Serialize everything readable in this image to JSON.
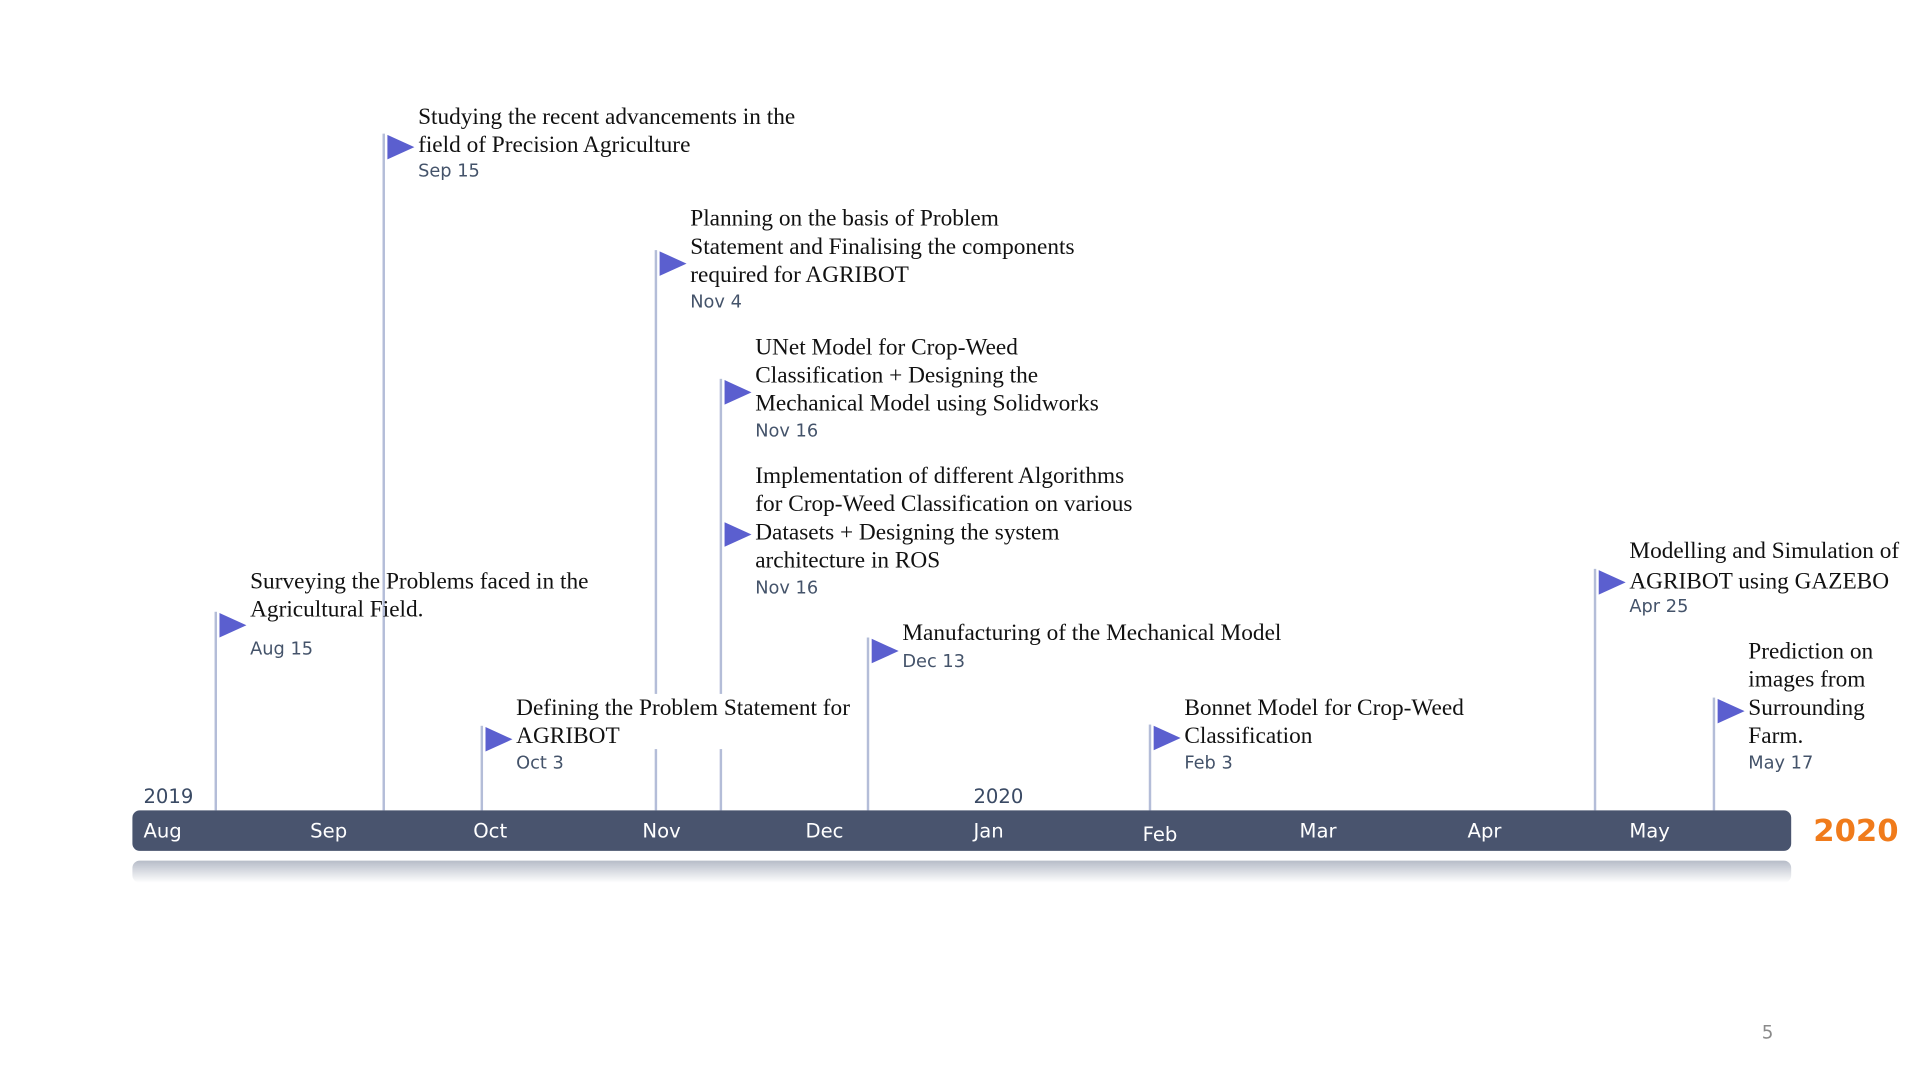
{
  "timeline": {
    "start_year": "2019",
    "mid_year": "2020",
    "end_year": "2020",
    "months": [
      "Aug",
      "Sep",
      "Oct",
      "Nov",
      "Dec",
      "Jan",
      "Feb",
      "Mar",
      "Apr",
      "May"
    ],
    "events": [
      {
        "date": "Aug 15",
        "lines": [
          "Surveying the Problems faced in the",
          "Agricultural Field."
        ]
      },
      {
        "date": "Sep 15",
        "lines": [
          "Studying the recent advancements in the",
          "field of Precision Agriculture"
        ]
      },
      {
        "date": "Oct 3",
        "lines": [
          "Defining the Problem Statement for",
          "AGRIBOT"
        ]
      },
      {
        "date": "Nov 4",
        "lines": [
          "Planning on the basis of Problem",
          "Statement and Finalising the components",
          "required for AGRIBOT"
        ]
      },
      {
        "date": "Nov 16",
        "lines": [
          "UNet Model for Crop-Weed",
          "Classification + Designing the",
          "Mechanical Model using Solidworks"
        ]
      },
      {
        "date": "Nov 16",
        "lines": [
          "Implementation of different Algorithms",
          "for Crop-Weed Classification on various",
          "Datasets + Designing the system",
          "architecture in ROS"
        ]
      },
      {
        "date": "Dec 13",
        "lines": [
          "Manufacturing of the Mechanical Model"
        ]
      },
      {
        "date": "Feb 3",
        "lines": [
          "Bonnet Model for Crop-Weed",
          "Classification"
        ]
      },
      {
        "date": "Apr 25",
        "lines": [
          "Modelling and Simulation of",
          "AGRIBOT using GAZEBO"
        ]
      },
      {
        "date": "May 17",
        "lines": [
          "Prediction on",
          "images from",
          "Surrounding",
          "Farm."
        ]
      }
    ]
  },
  "slide": {
    "page_number": "5"
  },
  "colors": {
    "bar": "#49546e",
    "flag": "#5b5fcf",
    "stem": "#b4bdd8",
    "accent_year": "#f07b1b"
  }
}
